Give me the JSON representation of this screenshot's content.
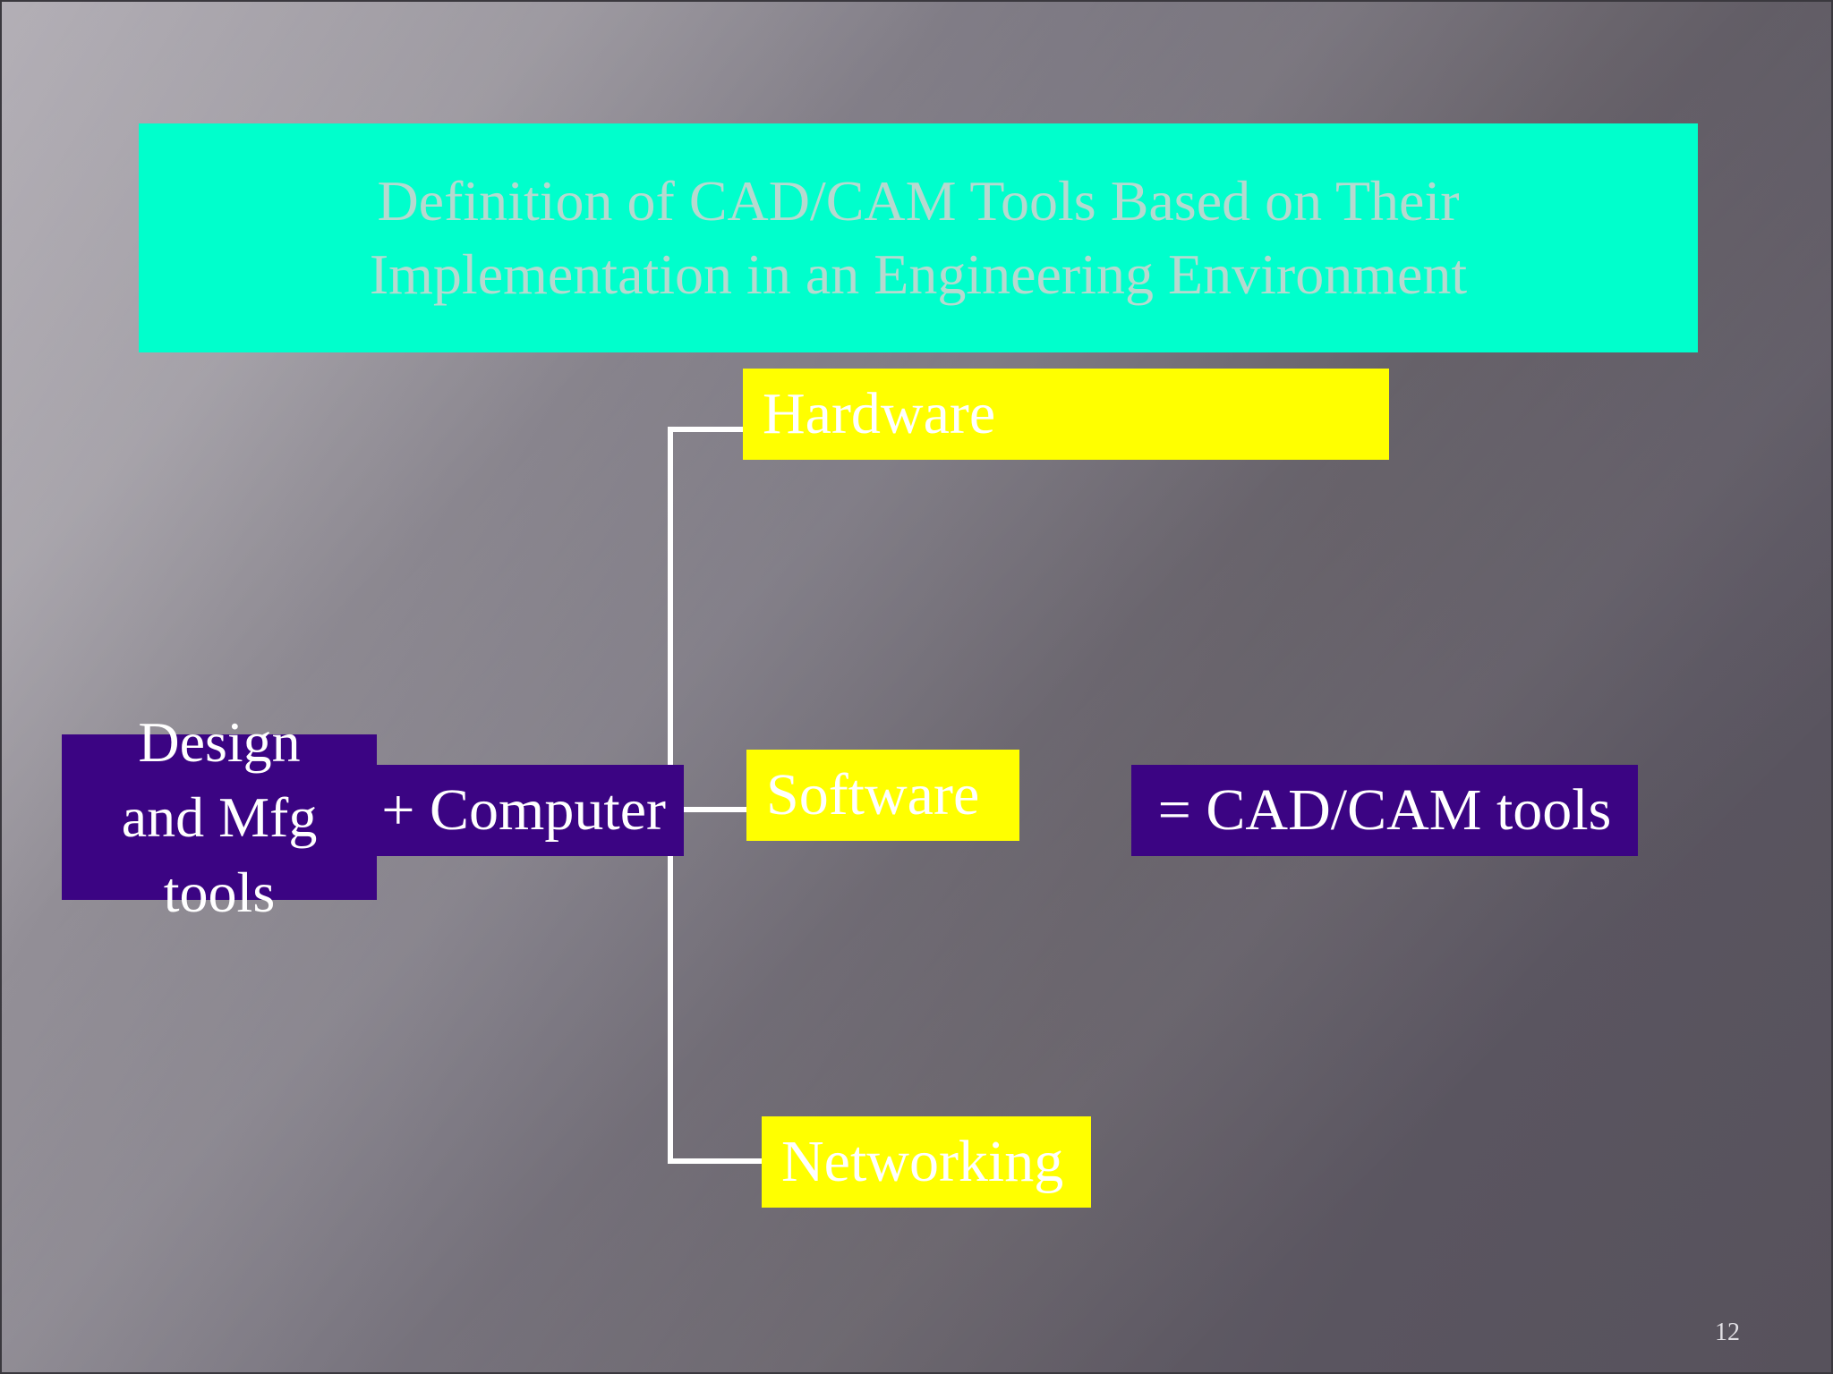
{
  "slide": {
    "title": "Definition of CAD/CAM Tools Based on Their Implementation in an Engineering Environment",
    "page_number": "12"
  },
  "diagram": {
    "left_box": "Design and Mfg tools",
    "computer_box": "+ Computer",
    "branches": [
      "Hardware",
      "Software",
      "Networking"
    ],
    "result_box": "= CAD/CAM tools"
  },
  "colors": {
    "title_box": "#00ffcc",
    "title_text": "#b6d9cf",
    "branch_boxes": "#ffff00",
    "purple_boxes": "#3b0483",
    "connector": "#ffffff"
  }
}
